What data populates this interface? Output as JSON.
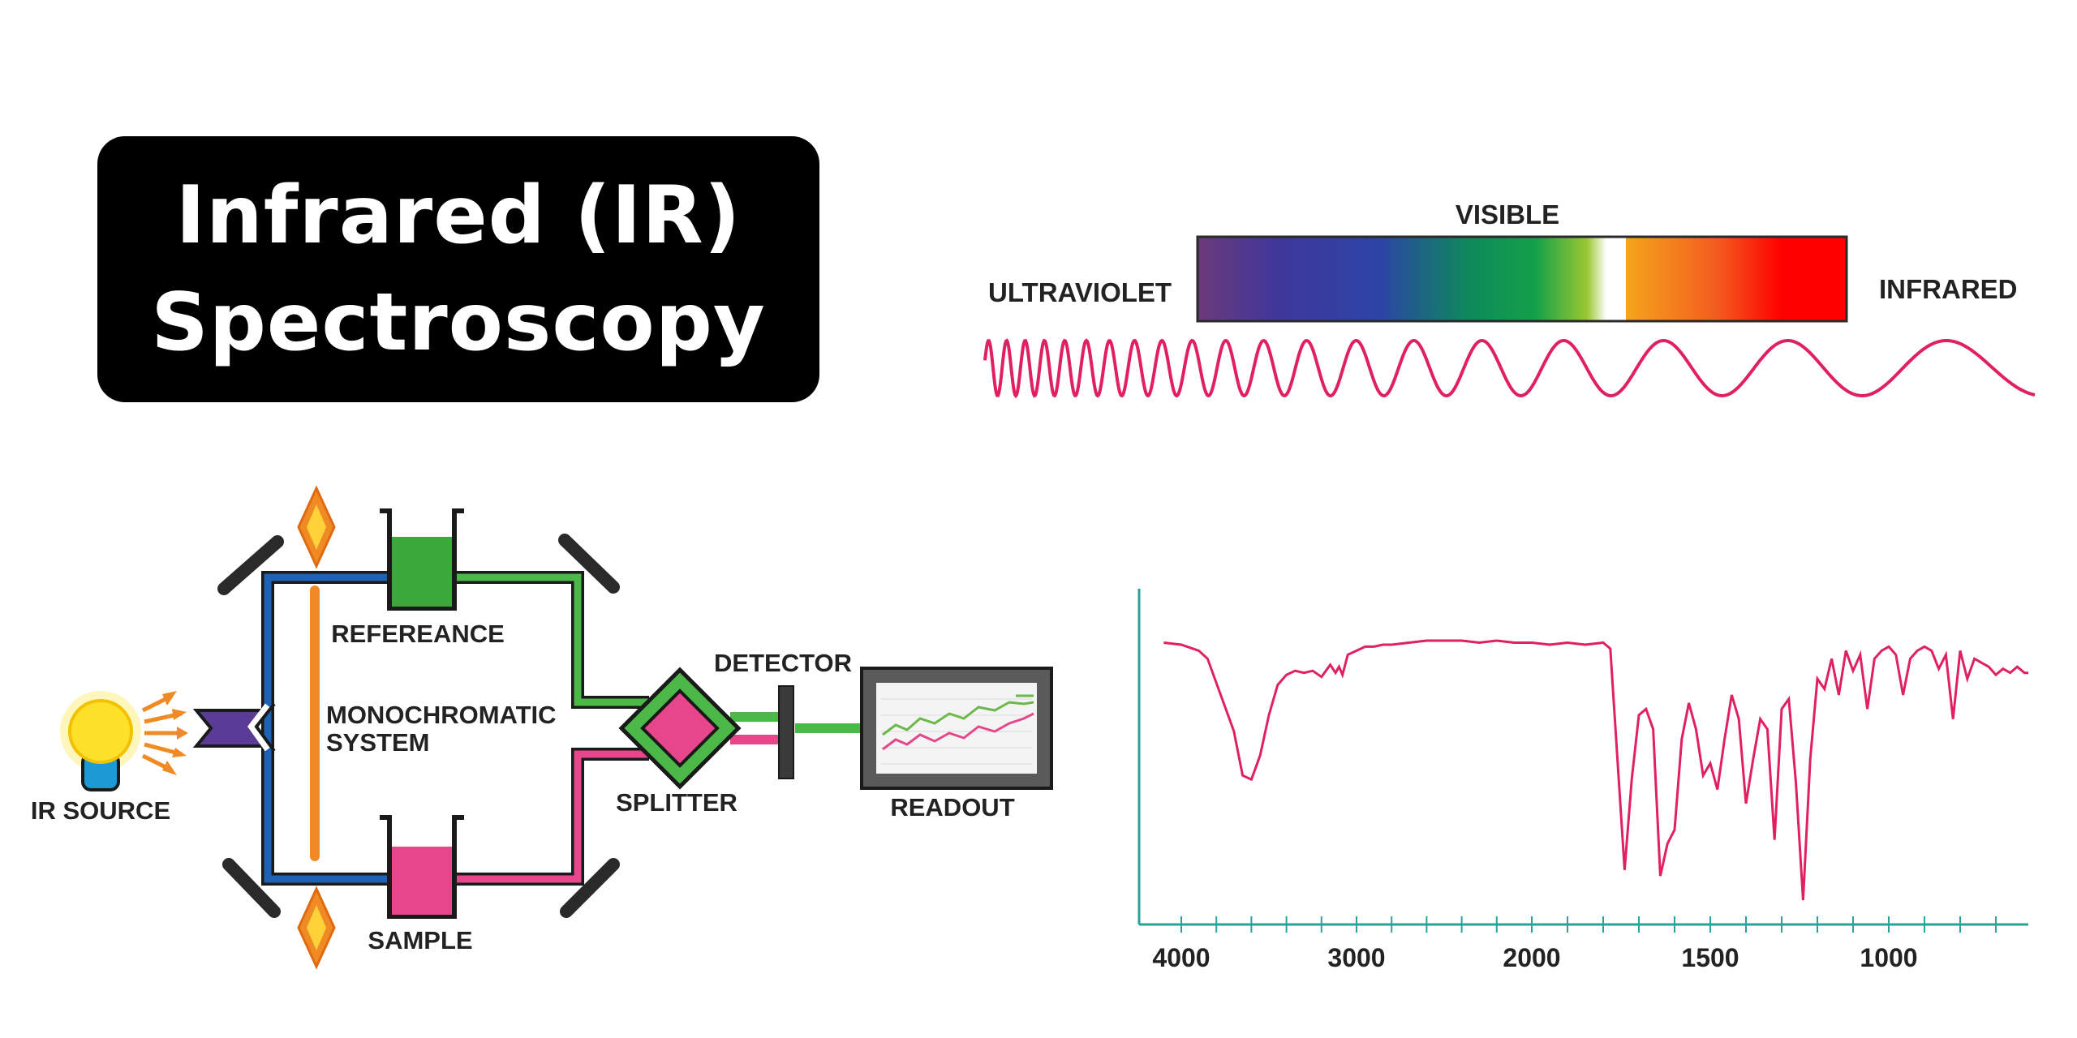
{
  "title": {
    "line1": "Infrared (IR)",
    "line2": "Spectroscopy"
  },
  "spectrum_band": {
    "visible_label": "VISIBLE",
    "left_label": "ULTRAVIOLET",
    "right_label": "INFRARED",
    "gradient_colors": [
      "#6b3a7a",
      "#40379a",
      "#2c44a6",
      "#0d8a5a",
      "#13a049",
      "#9ac732",
      "#ffffff",
      "#f5a51c",
      "#f35c1f",
      "#ff0000"
    ],
    "wave_color": "#e0205f"
  },
  "instrument": {
    "source_label": "IR SOURCE",
    "reference_label": "REFEREANCE",
    "mono_label_1": "MONOCHROMATIC",
    "mono_label_2": "SYSTEM",
    "sample_label": "SAMPLE",
    "splitter_label": "SPLITTER",
    "detector_label": "DETECTOR",
    "readout_label": "READOUT",
    "colors": {
      "blue_path": "#1d62b4",
      "green_path": "#4cb848",
      "pink_path": "#e8468b",
      "orange": "#f08a24",
      "mirror": "#2a2a2a"
    }
  },
  "chart_data": {
    "type": "line",
    "title": "",
    "xlabel": "",
    "ylabel": "",
    "x_ticks": [
      4000,
      3000,
      2000,
      1500,
      1000
    ],
    "x_reversed": true,
    "line_color": "#e0205f",
    "axis_color": "#2aa39a",
    "series": [
      {
        "x": [
          4100,
          4000,
          3900,
          3850,
          3800,
          3700,
          3650,
          3600,
          3550,
          3500,
          3450,
          3400,
          3350,
          3300,
          3250,
          3200,
          3150,
          3120,
          3100,
          3080,
          3050,
          3000,
          2950,
          2900,
          2850,
          2800,
          2700,
          2600,
          2500,
          2400,
          2300,
          2200,
          2100,
          2000,
          1950,
          1900,
          1850,
          1800,
          1780,
          1760,
          1740,
          1720,
          1700,
          1680,
          1660,
          1640,
          1620,
          1600,
          1580,
          1560,
          1540,
          1520,
          1500,
          1480,
          1460,
          1440,
          1420,
          1400,
          1380,
          1360,
          1340,
          1320,
          1300,
          1280,
          1260,
          1240,
          1220,
          1200,
          1180,
          1160,
          1140,
          1120,
          1100,
          1080,
          1060,
          1040,
          1020,
          1000,
          980,
          960,
          940,
          920,
          900,
          880,
          860,
          840,
          820,
          800,
          780,
          760,
          740,
          720,
          700,
          680,
          660,
          640,
          620,
          600
        ],
        "y": [
          88,
          87,
          84,
          80,
          68,
          44,
          22,
          20,
          32,
          52,
          67,
          72,
          74,
          73,
          74,
          71,
          77,
          73,
          76,
          72,
          82,
          84,
          86,
          86,
          87,
          87,
          88,
          89,
          89,
          89,
          88,
          89,
          88,
          88,
          87,
          88,
          87,
          88,
          85,
          30,
          -25,
          20,
          52,
          55,
          45,
          -28,
          -12,
          -5,
          40,
          58,
          45,
          22,
          28,
          15,
          40,
          62,
          50,
          8,
          30,
          50,
          45,
          -10,
          55,
          60,
          18,
          -40,
          30,
          70,
          65,
          80,
          62,
          84,
          74,
          82,
          55,
          80,
          84,
          86,
          82,
          62,
          80,
          84,
          86,
          84,
          75,
          82,
          50,
          84,
          70,
          80,
          78,
          76,
          72,
          75,
          73,
          76,
          73,
          73
        ]
      }
    ]
  }
}
